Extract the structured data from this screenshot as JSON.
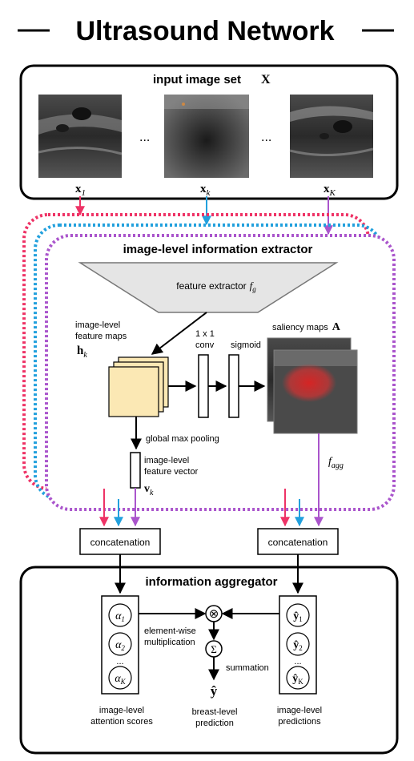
{
  "header": {
    "title": "Ultrasound Network"
  },
  "input_panel": {
    "title": "input image set",
    "title_symbol": "X",
    "ellipsis": "...",
    "images": [
      {
        "label": "x",
        "subscript": "1"
      },
      {
        "label": "x",
        "subscript": "k"
      },
      {
        "label": "x",
        "subscript": "K"
      }
    ]
  },
  "extractor": {
    "title": "image-level information extractor",
    "feature_extractor_label": "feature extractor",
    "feature_extractor_symbol": "f",
    "feature_extractor_sub": "g",
    "feature_maps_label_line1": "image-level",
    "feature_maps_label_line2": "feature maps",
    "feature_maps_symbol": "h",
    "feature_maps_sub": "k",
    "conv_label_line1": "1 x 1",
    "conv_label_line2": "conv",
    "sigmoid_label": "sigmoid",
    "saliency_label": "saliency maps",
    "saliency_symbol": "A",
    "pooling_label": "global max pooling",
    "vector_label_line1": "image-level",
    "vector_label_line2": "feature vector",
    "vector_symbol": "v",
    "vector_sub": "k",
    "agg_symbol": "f",
    "agg_sub": "agg"
  },
  "concat": {
    "left_label": "concatenation",
    "right_label": "concatenation"
  },
  "aggregator": {
    "title": "information aggregator",
    "attention_items": [
      {
        "symbol": "α",
        "sub": "1"
      },
      {
        "symbol": "α",
        "sub": "2"
      },
      {
        "symbol": "α",
        "sub": "K"
      }
    ],
    "prediction_items": [
      {
        "symbol": "ŷ",
        "sub": "1"
      },
      {
        "symbol": "ŷ",
        "sub": "2"
      },
      {
        "symbol": "ŷ",
        "sub": "K"
      }
    ],
    "vertical_dots": "...",
    "multiply_symbol": "⊗",
    "sum_symbol": "Σ",
    "elementwise_line1": "element-wise",
    "elementwise_line2": "multiplication",
    "summation_label": "summation",
    "output_symbol": "ŷ",
    "attention_caption_line1": "image-level",
    "attention_caption_line2": "attention scores",
    "breast_caption_line1": "breast-level",
    "breast_caption_line2": "prediction",
    "prediction_caption_line1": "image-level",
    "prediction_caption_line2": "predictions"
  },
  "colors": {
    "stream_1": "#ee3366",
    "stream_k": "#22a0dd",
    "stream_K": "#aa55cc",
    "trapezoid_fill": "#e5e5e5",
    "feature_map_fill": "#fbe8b4",
    "feature_map_stroke": "#e0c070",
    "saliency_red": "#dd2222"
  }
}
